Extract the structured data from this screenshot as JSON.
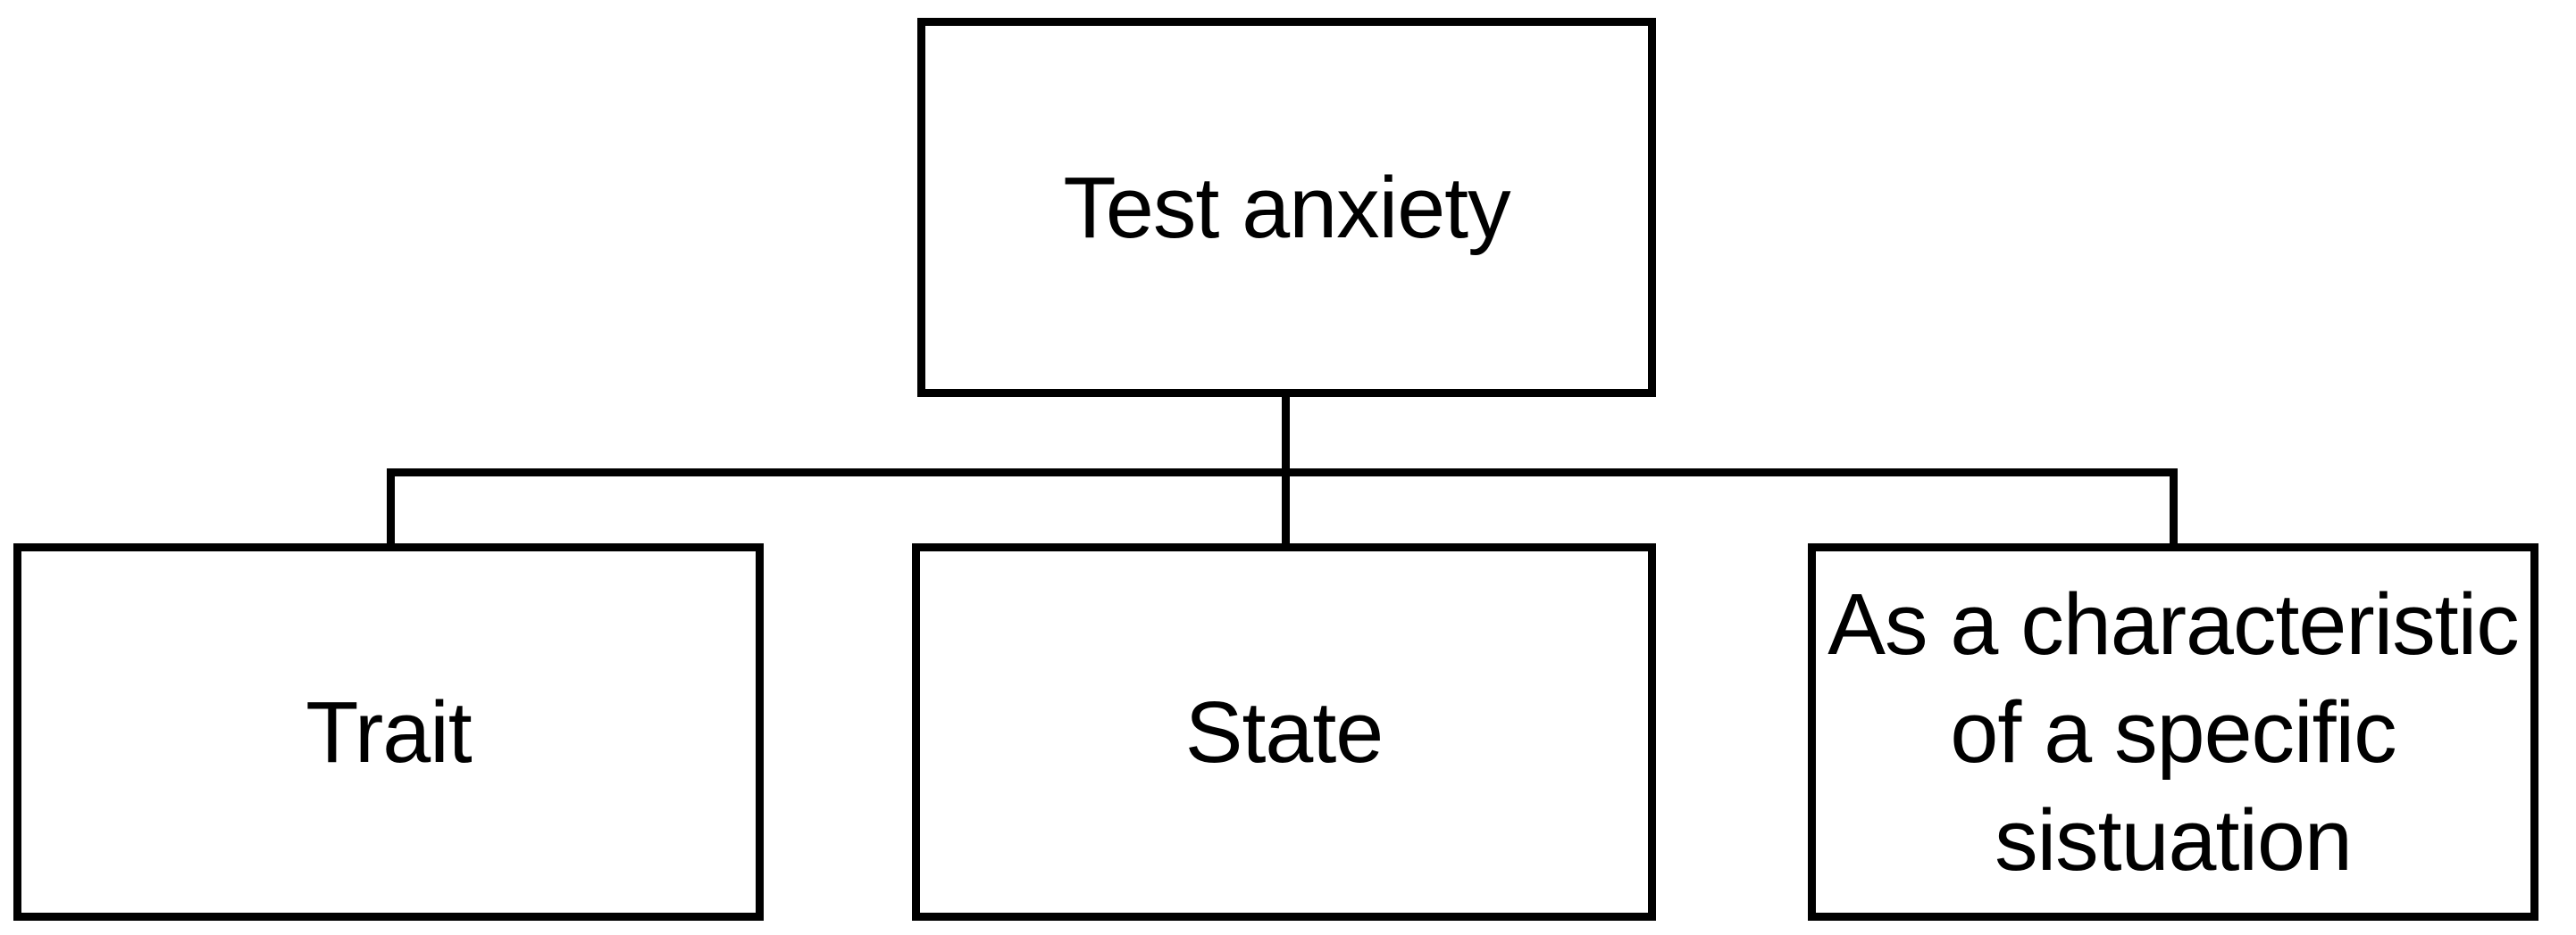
{
  "figure": {
    "type": "hierarchy-diagram",
    "colors": {
      "background": "#ffffff",
      "line": "#000000",
      "text": "#000000"
    },
    "root": {
      "label": "Test anxiety"
    },
    "children": [
      {
        "id": "trait",
        "label": "Trait"
      },
      {
        "id": "state",
        "label": "State"
      },
      {
        "id": "specific-situation",
        "label": "As a characteristic\nof a specific\nsistuation"
      }
    ]
  }
}
